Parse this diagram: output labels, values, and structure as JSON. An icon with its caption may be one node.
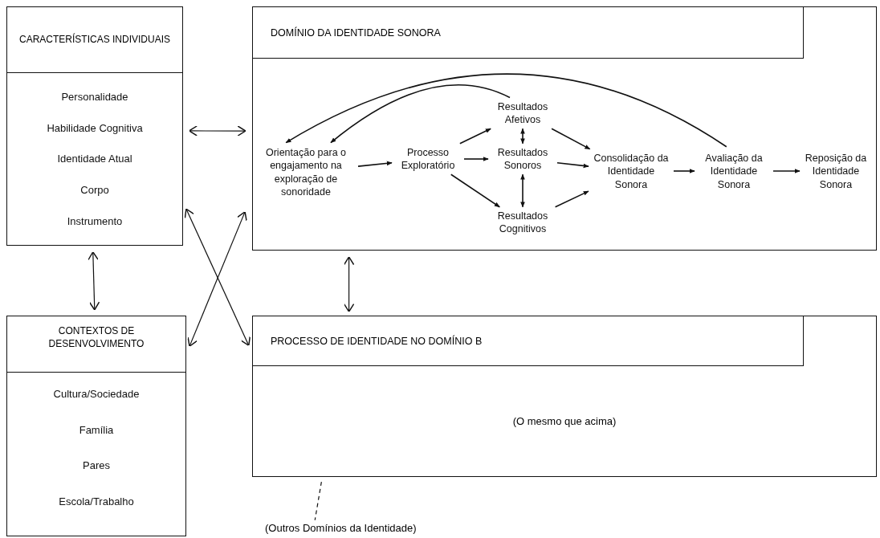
{
  "diagram": {
    "nodes": [
      {
        "text": [
          "CARACTERÍSTICAS INDIVIDUAIS",
          "Personalidade",
          "Habilidade Cognitiva",
          "Identidade Atual",
          "Corpo",
          "Instrumento"
        ]
      },
      {
        "text": [
          "CONTEXTOS DE DESENVOLVIMENTO",
          "Cultura/Sociedade",
          "Família",
          "Pares",
          "Escola/Trabalho"
        ]
      },
      {
        "text": [
          "DOMÍNIO DA IDENTIDADE SONORA"
        ]
      },
      {
        "text": [
          "Orientação para o engajamento na exploração de sonoridade"
        ],
        "in": 2
      },
      {
        "text": [
          "Processo Exploratório"
        ],
        "in": 2
      },
      {
        "text": [
          "Resultados Afetivos"
        ],
        "in": 2
      },
      {
        "text": [
          "Resultados Sonoros"
        ],
        "in": 2
      },
      {
        "text": [
          "Resultados Cognitivos"
        ],
        "in": 2
      },
      {
        "text": [
          "Consolidação da Identidade Sonora"
        ],
        "in": 2
      },
      {
        "text": [
          "Avaliação da Identidade Sonora"
        ],
        "in": 2
      },
      {
        "text": [
          "Reposição da Identidade Sonora"
        ],
        "in": 2
      },
      {
        "text": [
          "PROCESSO DE IDENTIDADE NO DOMÍNIO B",
          "(O mesmo que acima)"
        ]
      },
      {
        "text": [
          "(Outros Domínios da Identidade)"
        ]
      }
    ],
    "edges": [
      {
        "from": 0,
        "to": 2,
        "arrow": "both"
      },
      {
        "from": 0,
        "to": 1,
        "arrow": "both"
      },
      {
        "from": 2,
        "to": 11,
        "arrow": "both"
      },
      {
        "from": 0,
        "to": 11,
        "arrow": "both"
      },
      {
        "from": 1,
        "to": 2,
        "arrow": "both"
      },
      {
        "from": 3,
        "to": 4,
        "arrow": "to"
      },
      {
        "from": 4,
        "to": 5,
        "arrow": "to"
      },
      {
        "from": 4,
        "to": 6,
        "arrow": "to"
      },
      {
        "from": 4,
        "to": 7,
        "arrow": "to"
      },
      {
        "from": 5,
        "to": 6,
        "arrow": "both"
      },
      {
        "from": 6,
        "to": 7,
        "arrow": "both"
      },
      {
        "from": 5,
        "to": 8,
        "arrow": "to"
      },
      {
        "from": 6,
        "to": 8,
        "arrow": "to"
      },
      {
        "from": 7,
        "to": 8,
        "arrow": "to"
      },
      {
        "from": 8,
        "to": 9,
        "arrow": "to"
      },
      {
        "from": 9,
        "to": 10,
        "arrow": "to"
      },
      {
        "from": 9,
        "to": 3,
        "arrow": "to"
      },
      {
        "from": 5,
        "to": 3,
        "arrow": "to"
      },
      {
        "from": 11,
        "to": 12,
        "arrow": "none",
        "style": "dashed"
      }
    ]
  }
}
